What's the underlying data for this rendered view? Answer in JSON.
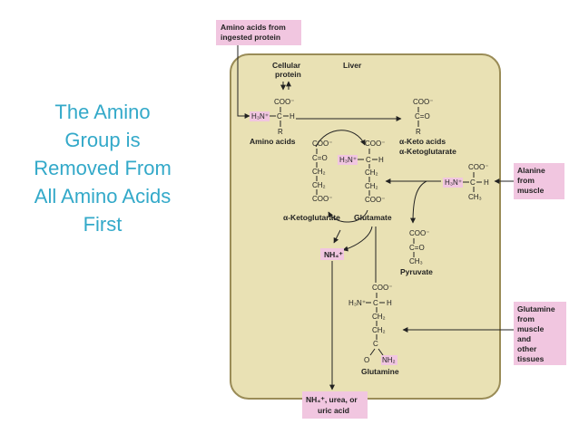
{
  "slide": {
    "title_lines": [
      "The Amino",
      "Group is",
      "Removed From",
      "All Amino Acids",
      "First"
    ]
  },
  "diagram": {
    "input_box": [
      "Amino acids from",
      "ingested protein"
    ],
    "liver_label": "Liver",
    "cellular_protein": [
      "Cellular",
      "protein"
    ],
    "amino_acids": "Amino acids",
    "keto_acids": "α-Keto acids",
    "alpha_kg_right": "α-Ketoglutarate",
    "alpha_kg_left": "α-Ketoglutarate",
    "glutamate": "Glutamate",
    "alanine_from_muscle": [
      "Alanine",
      "from",
      "muscle"
    ],
    "pyruvate": "Pyruvate",
    "glutamine": "Glutamine",
    "glutamine_from": [
      "Glutamine",
      "from",
      "muscle",
      "and",
      "other",
      "tissues"
    ],
    "output_box": [
      "NH₄⁺, urea, or",
      "uric acid"
    ],
    "nh4": "NH₄⁺",
    "chem": {
      "coo": "COO⁻",
      "h3n": "H₃N⁺",
      "c": "C",
      "h": "H",
      "r": "R",
      "o": "O",
      "ch2": "CH₂",
      "ch3": "CH₃",
      "nh2": "NH₂",
      "c_eq_o": "C=O"
    }
  },
  "colors": {
    "title": "#33a9c9",
    "liver_fill": "#e9e1b4",
    "liver_border": "#9a8c57",
    "highlight_pink": "#f1c6e0"
  }
}
